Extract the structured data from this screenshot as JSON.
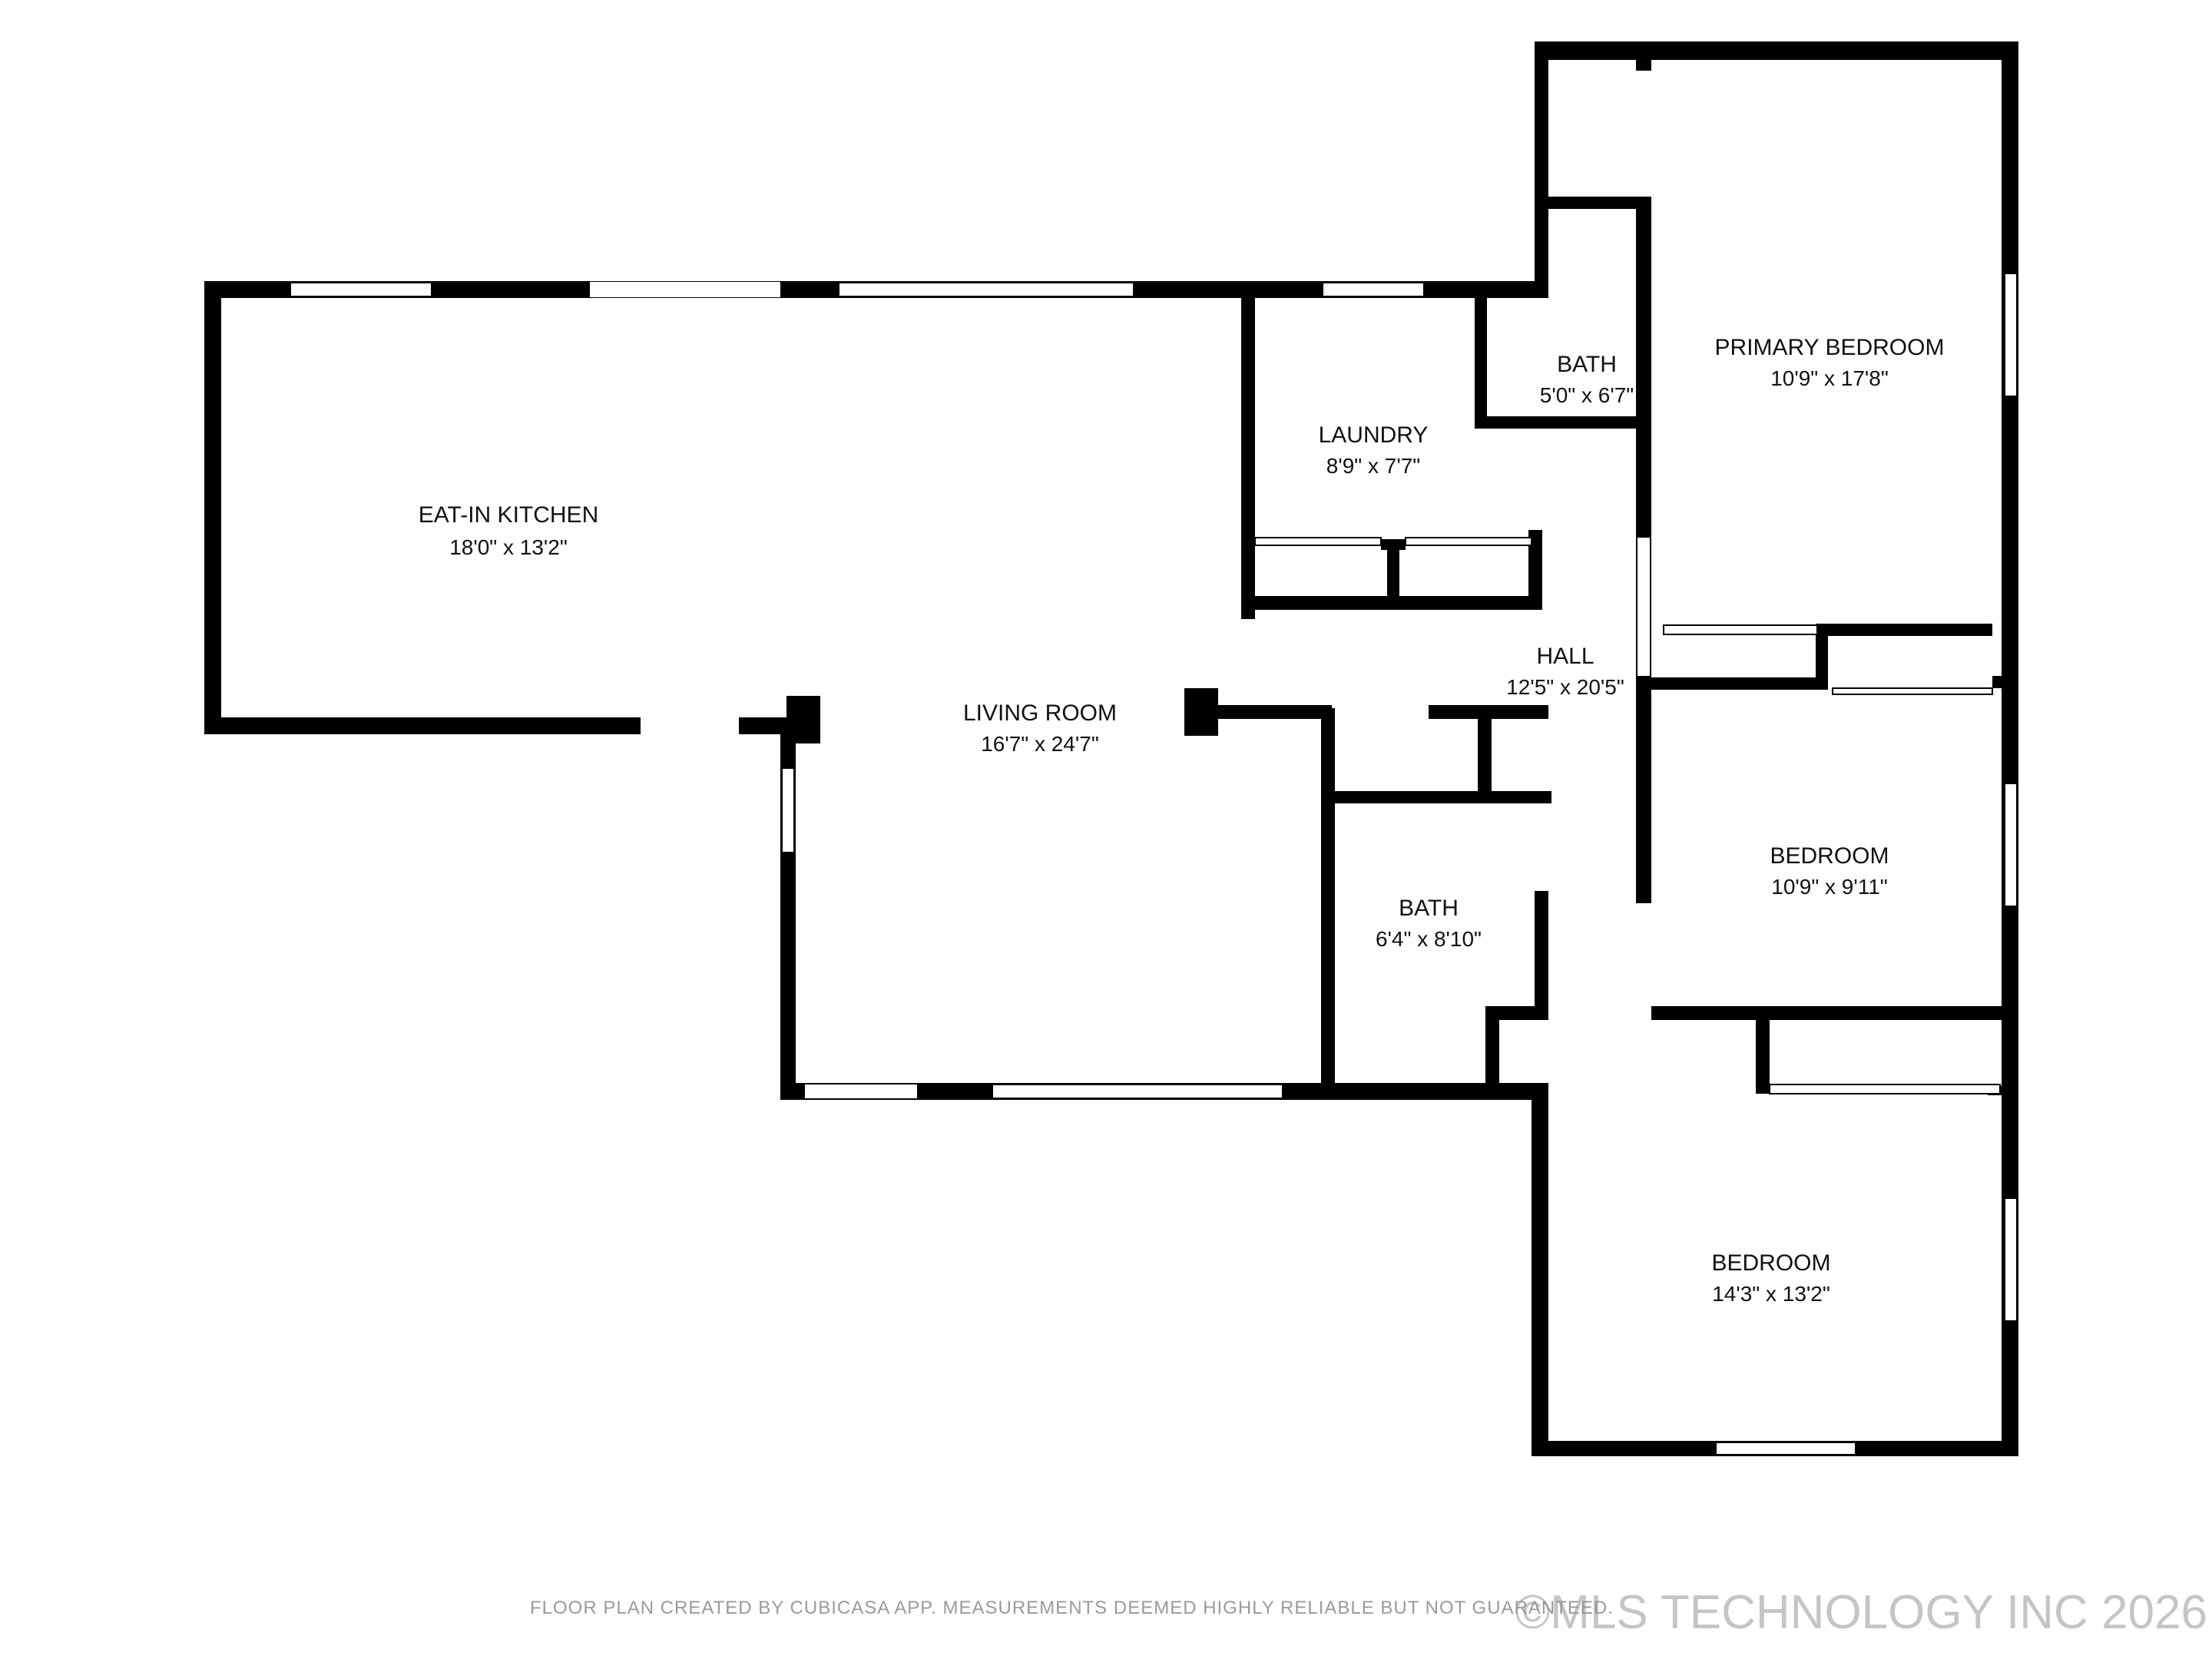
{
  "rooms": [
    {
      "key": "eat_in_kitchen",
      "name": "EAT-IN KITCHEN",
      "dims": "18'0\" x 13'2\""
    },
    {
      "key": "living_room",
      "name": "LIVING ROOM",
      "dims": "16'7\" x 24'7\""
    },
    {
      "key": "laundry",
      "name": "LAUNDRY",
      "dims": "8'9\" x 7'7\""
    },
    {
      "key": "bath_upper",
      "name": "BATH",
      "dims": "5'0\" x 6'7\""
    },
    {
      "key": "primary_bedroom",
      "name": "PRIMARY BEDROOM",
      "dims": "10'9\" x 17'8\""
    },
    {
      "key": "hall",
      "name": "HALL",
      "dims": "12'5\" x 20'5\""
    },
    {
      "key": "bath_lower",
      "name": "BATH",
      "dims": "6'4\" x 8'10\""
    },
    {
      "key": "bedroom_middle",
      "name": "BEDROOM",
      "dims": "10'9\" x 9'11\""
    },
    {
      "key": "bedroom_lower",
      "name": "BEDROOM",
      "dims": "14'3\" x 13'2\""
    }
  ],
  "footer": {
    "note": "FLOOR PLAN CREATED BY CUBICASA APP. MEASUREMENTS DEEMED HIGHLY RELIABLE BUT NOT GUARANTEED.",
    "watermark": "©MLS TECHNOLOGY INC 2026"
  },
  "colors": {
    "wall": "#000000",
    "window": "#ffffff",
    "text": "#111111"
  }
}
